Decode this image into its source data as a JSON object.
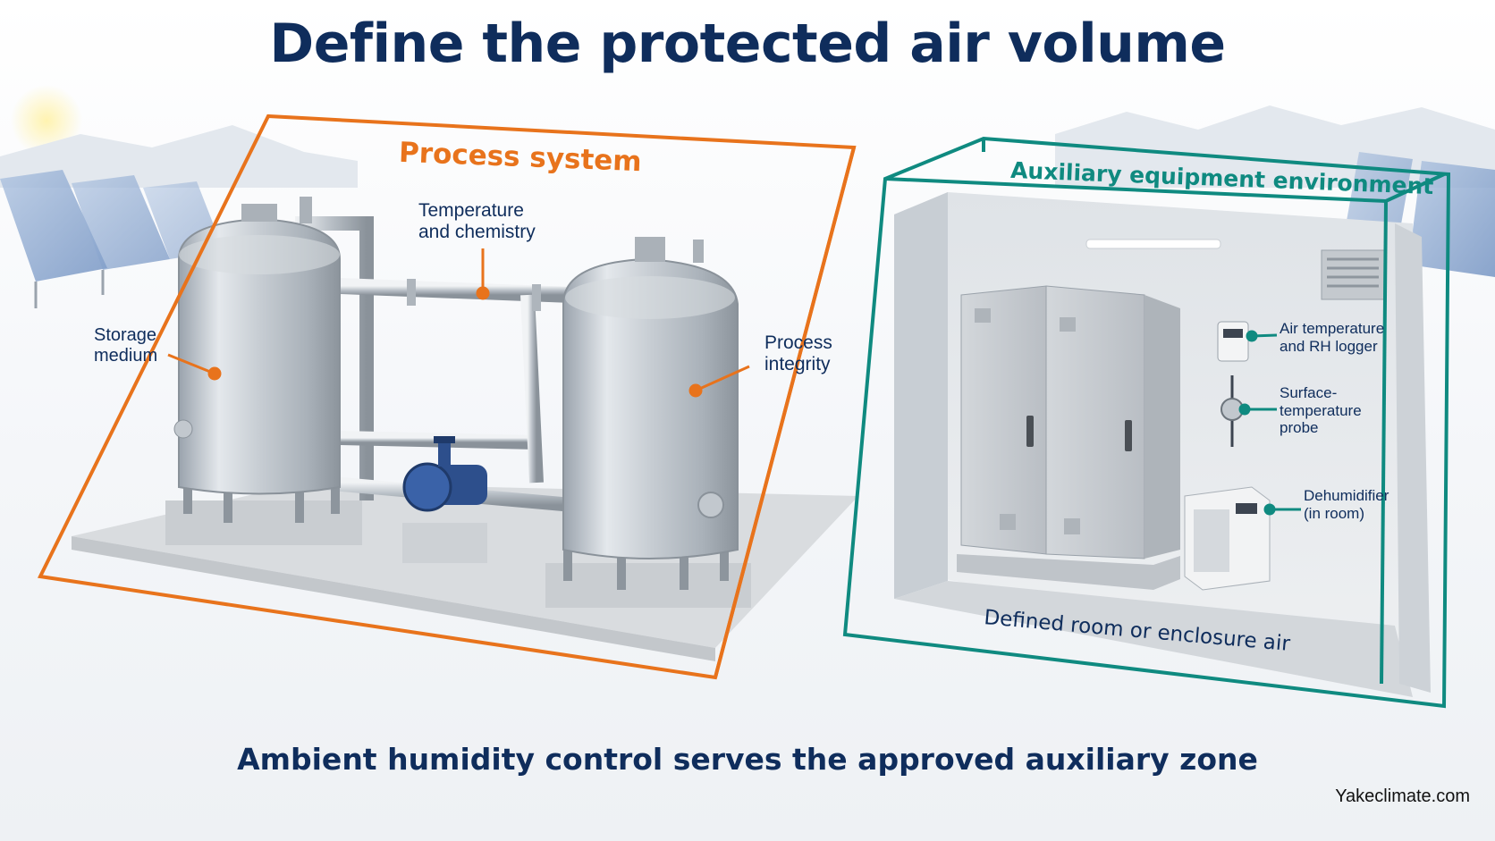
{
  "title": "Define the protected air volume",
  "bottom_caption": "Ambient humidity control serves the approved auxiliary zone",
  "watermark": "Yakeclimate.com",
  "process_zone": {
    "title": "Process system",
    "label_storage_medium": [
      "Storage",
      "medium"
    ],
    "label_temp_chem": [
      "Temperature",
      "and chemistry"
    ],
    "label_process_integrity": [
      "Process",
      "integrity"
    ],
    "accent_color": "#e8731c"
  },
  "aux_zone": {
    "title": "Auxiliary equipment environment",
    "label_logger": [
      "Air temperature",
      "and RH logger"
    ],
    "label_probe": [
      "Surface-",
      "temperature",
      "probe"
    ],
    "label_dehumidifier": [
      "Dehumidifier",
      "(in room)"
    ],
    "floor_label": "Defined room or enclosure air",
    "accent_color": "#0f8a80"
  }
}
